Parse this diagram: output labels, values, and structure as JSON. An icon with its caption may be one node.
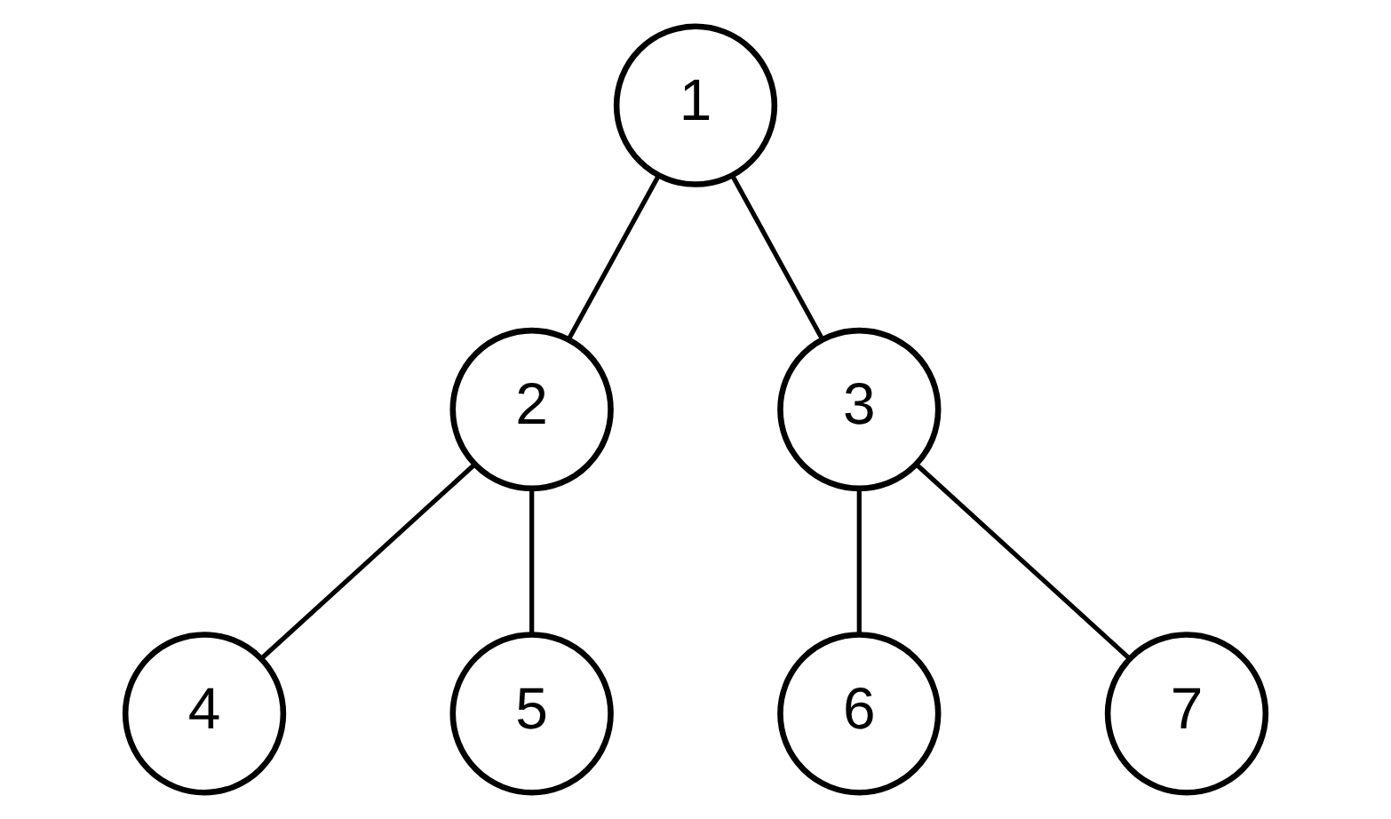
{
  "diagram": {
    "nodes": [
      {
        "text": [
          "1"
        ]
      },
      {
        "text": [
          "2"
        ]
      },
      {
        "text": [
          "3"
        ]
      },
      {
        "text": [
          "4"
        ]
      },
      {
        "text": [
          "5"
        ]
      },
      {
        "text": [
          "6"
        ]
      },
      {
        "text": [
          "7"
        ]
      }
    ],
    "edges": [
      {
        "from": 0,
        "to": 1,
        "arrow": "none"
      },
      {
        "from": 0,
        "to": 2,
        "arrow": "none"
      },
      {
        "from": 1,
        "to": 3,
        "arrow": "none"
      },
      {
        "from": 1,
        "to": 4,
        "arrow": "none"
      },
      {
        "from": 2,
        "to": 5,
        "arrow": "none"
      },
      {
        "from": 2,
        "to": 6,
        "arrow": "none"
      }
    ]
  }
}
